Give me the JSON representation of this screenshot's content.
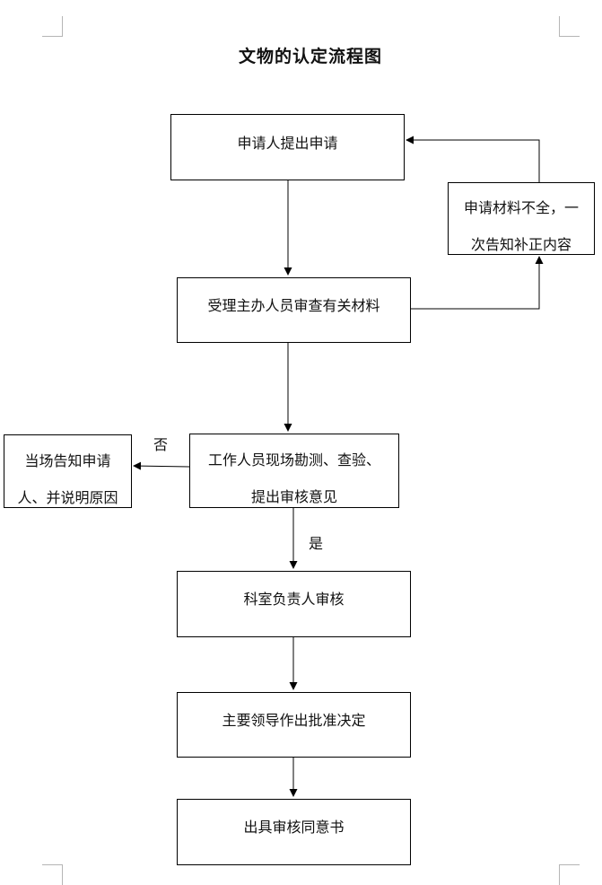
{
  "title": "文物的认定流程图",
  "nodes": {
    "apply": "申请人提出申请",
    "review_materials": "受理主办人员审查有关材料",
    "incomplete": [
      "申请材料不全，一",
      "次告知补正内容"
    ],
    "survey": [
      "工作人员现场勘测、查验、",
      "提出审核意见"
    ],
    "notify_reject": [
      "当场告知申请",
      "人、并说明原因"
    ],
    "section_chief": "科室负责人审核",
    "leader_decision": "主要领导作出批准决定",
    "issue_opinion": "出具审核同意书"
  },
  "edge_labels": {
    "no": "否",
    "yes": "是"
  }
}
